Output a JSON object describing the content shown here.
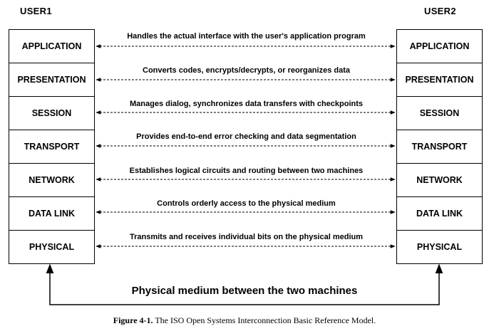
{
  "user1_label": "USER1",
  "user2_label": "USER2",
  "layers": [
    {
      "name": "APPLICATION",
      "description": "Handles the actual interface with the user's application program"
    },
    {
      "name": "PRESENTATION",
      "description": "Converts codes, encrypts/decrypts, or reorganizes data"
    },
    {
      "name": "SESSION",
      "description": "Manages dialog, synchronizes data transfers with checkpoints"
    },
    {
      "name": "TRANSPORT",
      "description": "Provides end-to-end error checking and data segmentation"
    },
    {
      "name": "NETWORK",
      "description": "Establishes logical circuits and routing between two machines"
    },
    {
      "name": "DATA LINK",
      "description": "Controls orderly access to the physical medium"
    },
    {
      "name": "PHYSICAL",
      "description": "Transmits and receives individual bits on the physical medium"
    }
  ],
  "medium_label": "Physical medium between the two machines",
  "caption": {
    "figure_label": "Figure 4-1.",
    "text": "The ISO Open Systems Interconnection Basic Reference Model."
  }
}
